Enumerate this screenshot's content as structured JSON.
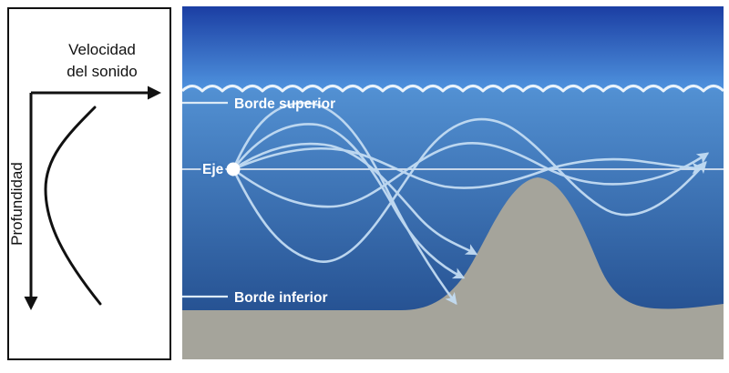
{
  "left_panel": {
    "x_axis_label_line1": "Velocidad",
    "x_axis_label_line2": "del sonido",
    "y_axis_label": "Profundidad"
  },
  "ocean_panel": {
    "upper_boundary_label": "Borde superior",
    "axis_label": "Eje",
    "lower_boundary_label": "Borde inferior"
  },
  "colors": {
    "panel_border": "#111111",
    "curve_color": "#111111",
    "sky_top": "#1b3ea3",
    "sky_bottom": "#4f93de",
    "sea_top": "#5290d2",
    "sea_bottom": "#1d4585",
    "wave_line": "#eaf3fb",
    "seafloor": "#a5a49b",
    "ray": "#c3dcf3",
    "axis_line": "#e8eef5",
    "label_text": "#ffffff"
  }
}
